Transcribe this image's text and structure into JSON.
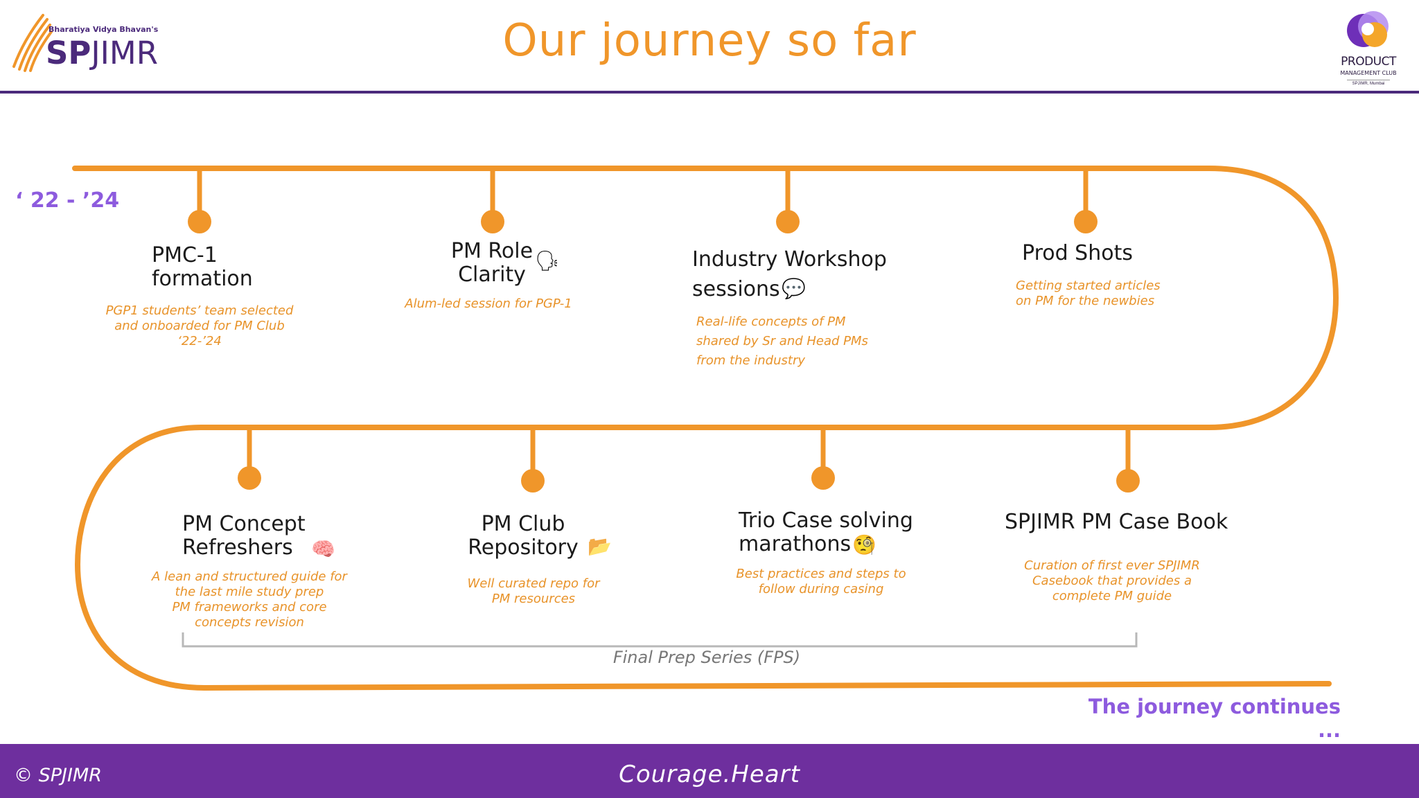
{
  "header": {
    "title": "Our journey so far",
    "brand": {
      "subtitle": "Bharatiya Vidya Bhavan's",
      "name_bold": "SP",
      "name_rest": "JIMR"
    },
    "club": {
      "name": "PRODUCT",
      "sub": "MANAGEMENT CLUB",
      "location": "SPJIMR, Mumbai"
    }
  },
  "timeline": {
    "period": "‘ 22 - ’24",
    "milestones_top": [
      {
        "title": "PMC-1 formation",
        "line1": "PMC-1",
        "line2": "formation",
        "icon": "",
        "desc": [
          "PGP1 students’ team selected",
          "and onboarded for PM Club",
          "‘22-’24"
        ]
      },
      {
        "title": "PM Role Clarity",
        "line1": "PM Role",
        "line2": "Clarity",
        "icon": "speaking-head-icon",
        "desc": [
          "Alum-led session for PGP-1"
        ]
      },
      {
        "title": "Industry Workshop sessions",
        "line1": "Industry Workshop",
        "line2": "sessions",
        "icon": "speech-bubble-icon",
        "desc": [
          "Real-life concepts of PM",
          "shared by Sr and Head PMs",
          "from the industry"
        ]
      },
      {
        "title": "Prod Shots",
        "line1": "Prod Shots",
        "line2": "",
        "icon": "",
        "desc": [
          "Getting started articles",
          "on PM for the newbies"
        ]
      }
    ],
    "milestones_bottom": [
      {
        "line1": "PM Concept",
        "line2": "Refreshers",
        "icon": "brain-icon",
        "desc": [
          "A lean and structured guide for",
          "the last mile study prep",
          "PM frameworks and core",
          "concepts revision"
        ]
      },
      {
        "line1": "PM Club",
        "line2": "Repository",
        "icon": "folder-icon",
        "desc": [
          "Well curated repo for",
          "PM resources"
        ]
      },
      {
        "line1": "Trio Case solving",
        "line2": "marathons",
        "icon": "thinking-face-icon",
        "desc": [
          "Best practices and steps to",
          "follow during casing"
        ]
      },
      {
        "line1": "SPJIMR PM Case Book",
        "line2": "",
        "icon": "",
        "desc": [
          "Curation of first ever SPJIMR",
          "Casebook that provides a",
          "complete PM guide"
        ]
      }
    ],
    "bracket_label": "Final Prep Series (FPS)",
    "continues": "The journey continues ..."
  },
  "footer": {
    "copyright": "© SPJIMR",
    "tagline": "Courage.Heart"
  },
  "colors": {
    "accent": "#f0962a",
    "purple": "#6e2f9e",
    "lavender": "#8d5bde"
  }
}
